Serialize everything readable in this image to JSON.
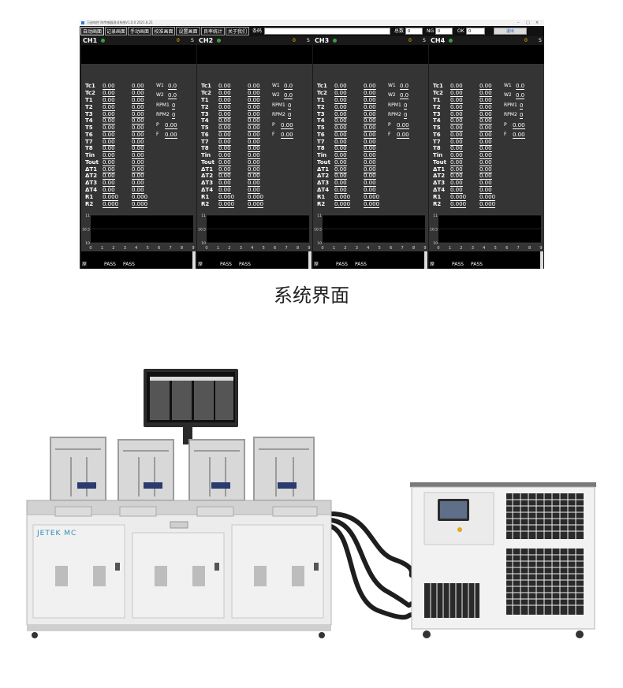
{
  "window": {
    "title": "万迪电控 阵传感器测试系统V1.0.0 2021.8.21",
    "menus": [
      "自动画面",
      "记录画面",
      "手动画面",
      "校准画面",
      "设置画面",
      "良率统计",
      "关于我们"
    ],
    "barcode_label": "条码",
    "barcode_value": "",
    "total_label": "总数",
    "total_value": "0",
    "ng_label": "NG",
    "ng_value": "0",
    "ok_label": "OK",
    "ok_value": "0",
    "exit_label": "退出"
  },
  "channels": [
    {
      "name": "CH1",
      "count": "0",
      "state": "S"
    },
    {
      "name": "CH2",
      "count": "0",
      "state": "S"
    },
    {
      "name": "CH3",
      "count": "0",
      "state": "S"
    },
    {
      "name": "CH4",
      "count": "0",
      "state": "S"
    }
  ],
  "rows": [
    {
      "label": "Tc1",
      "v1": "0.00",
      "v2": "0.00"
    },
    {
      "label": "Tc2",
      "v1": "0.00",
      "v2": "0.00"
    },
    {
      "label": "T1",
      "v1": "0.00",
      "v2": "0.00"
    },
    {
      "label": "T2",
      "v1": "0.00",
      "v2": "0.00"
    },
    {
      "label": "T3",
      "v1": "0.00",
      "v2": "0.00"
    },
    {
      "label": "T4",
      "v1": "0.00",
      "v2": "0.00"
    },
    {
      "label": "T5",
      "v1": "0.00",
      "v2": "0.00"
    },
    {
      "label": "T6",
      "v1": "0.00",
      "v2": "0.00"
    },
    {
      "label": "T7",
      "v1": "0.00",
      "v2": "0.00"
    },
    {
      "label": "T8",
      "v1": "0.00",
      "v2": "0.00"
    },
    {
      "label": "Tin",
      "v1": "0.00",
      "v2": "0.00"
    },
    {
      "label": "Tout",
      "v1": "0.00",
      "v2": "0.00"
    },
    {
      "label": "ΔT1",
      "v1": "0.00",
      "v2": "0.00"
    },
    {
      "label": "ΔT2",
      "v1": "0.00",
      "v2": "0.00"
    },
    {
      "label": "ΔT3",
      "v1": "0.00",
      "v2": "0.00"
    },
    {
      "label": "ΔT4",
      "v1": "0.00",
      "v2": "0.00"
    },
    {
      "label": "R1",
      "v1": "0.000",
      "v2": "0.000"
    },
    {
      "label": "R2",
      "v1": "0.000",
      "v2": "0.000"
    }
  ],
  "side_rows": [
    {
      "label": "W1",
      "value": "0.0"
    },
    {
      "label": "W2",
      "value": "0.0"
    },
    {
      "label": "RPM1",
      "value": "0"
    },
    {
      "label": "RPM2",
      "value": "0"
    },
    {
      "label": "P",
      "value": "0.00"
    },
    {
      "label": "F",
      "value": "0.00"
    }
  ],
  "chart_data": {
    "type": "line",
    "x_ticks": [
      "0",
      "1",
      "2",
      "3",
      "4",
      "5",
      "6",
      "7",
      "8",
      "9"
    ],
    "y_ticks": [
      "11",
      "10.5",
      "10"
    ],
    "xlim": [
      0,
      9
    ],
    "ylim": [
      10,
      11
    ],
    "series": []
  },
  "log": {
    "col1": "原",
    "col2": "PASS",
    "col3": "PASS"
  },
  "caption": "系统界面",
  "brand": {
    "logo_text": "JETEK MC"
  },
  "colors": {
    "panel": "#343434",
    "background": "#1a1a1a",
    "led": "#3aa043",
    "count": "#ffd400"
  }
}
